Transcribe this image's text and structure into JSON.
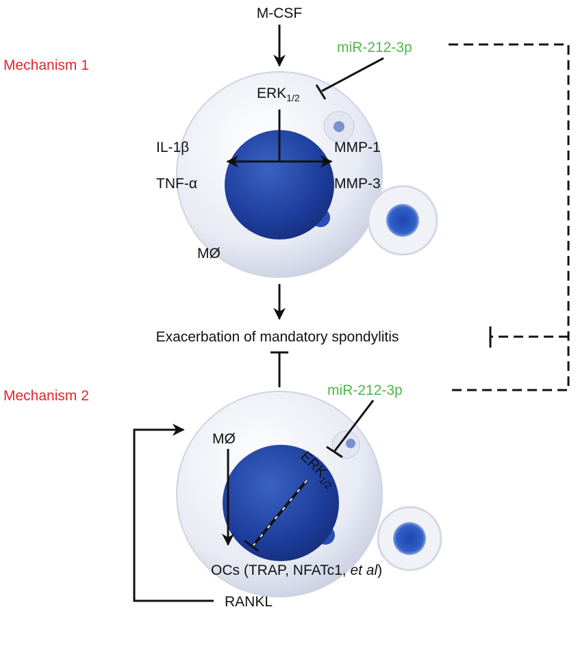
{
  "colors": {
    "mechanism": "#e0262b",
    "mirna": "#4cb847",
    "nucleus": "#1e3f9e",
    "cell": "#e6e9f3"
  },
  "mechanism1": {
    "title": "Mechanism 1",
    "stimulus": "M-CSF",
    "mirna": "miR-212-3p",
    "erk": "ERK",
    "erk_sub": "1/2",
    "left_products": [
      "IL-1β",
      "TNF-α"
    ],
    "right_products": [
      "MMP-1",
      "MMP-3"
    ],
    "cell_label": "MØ"
  },
  "outcome": "Exacerbation of mandatory spondylitis",
  "mechanism2": {
    "title": "Mechanism 2",
    "mirna": "miR-212-3p",
    "cell_label": "MØ",
    "erk": "ERK",
    "erk_sub": "1/2",
    "oc_prefix": "OCs (TRAP, NFATc1, ",
    "oc_italic": "et al",
    "oc_suffix": ")",
    "rankl": "RANKL"
  }
}
